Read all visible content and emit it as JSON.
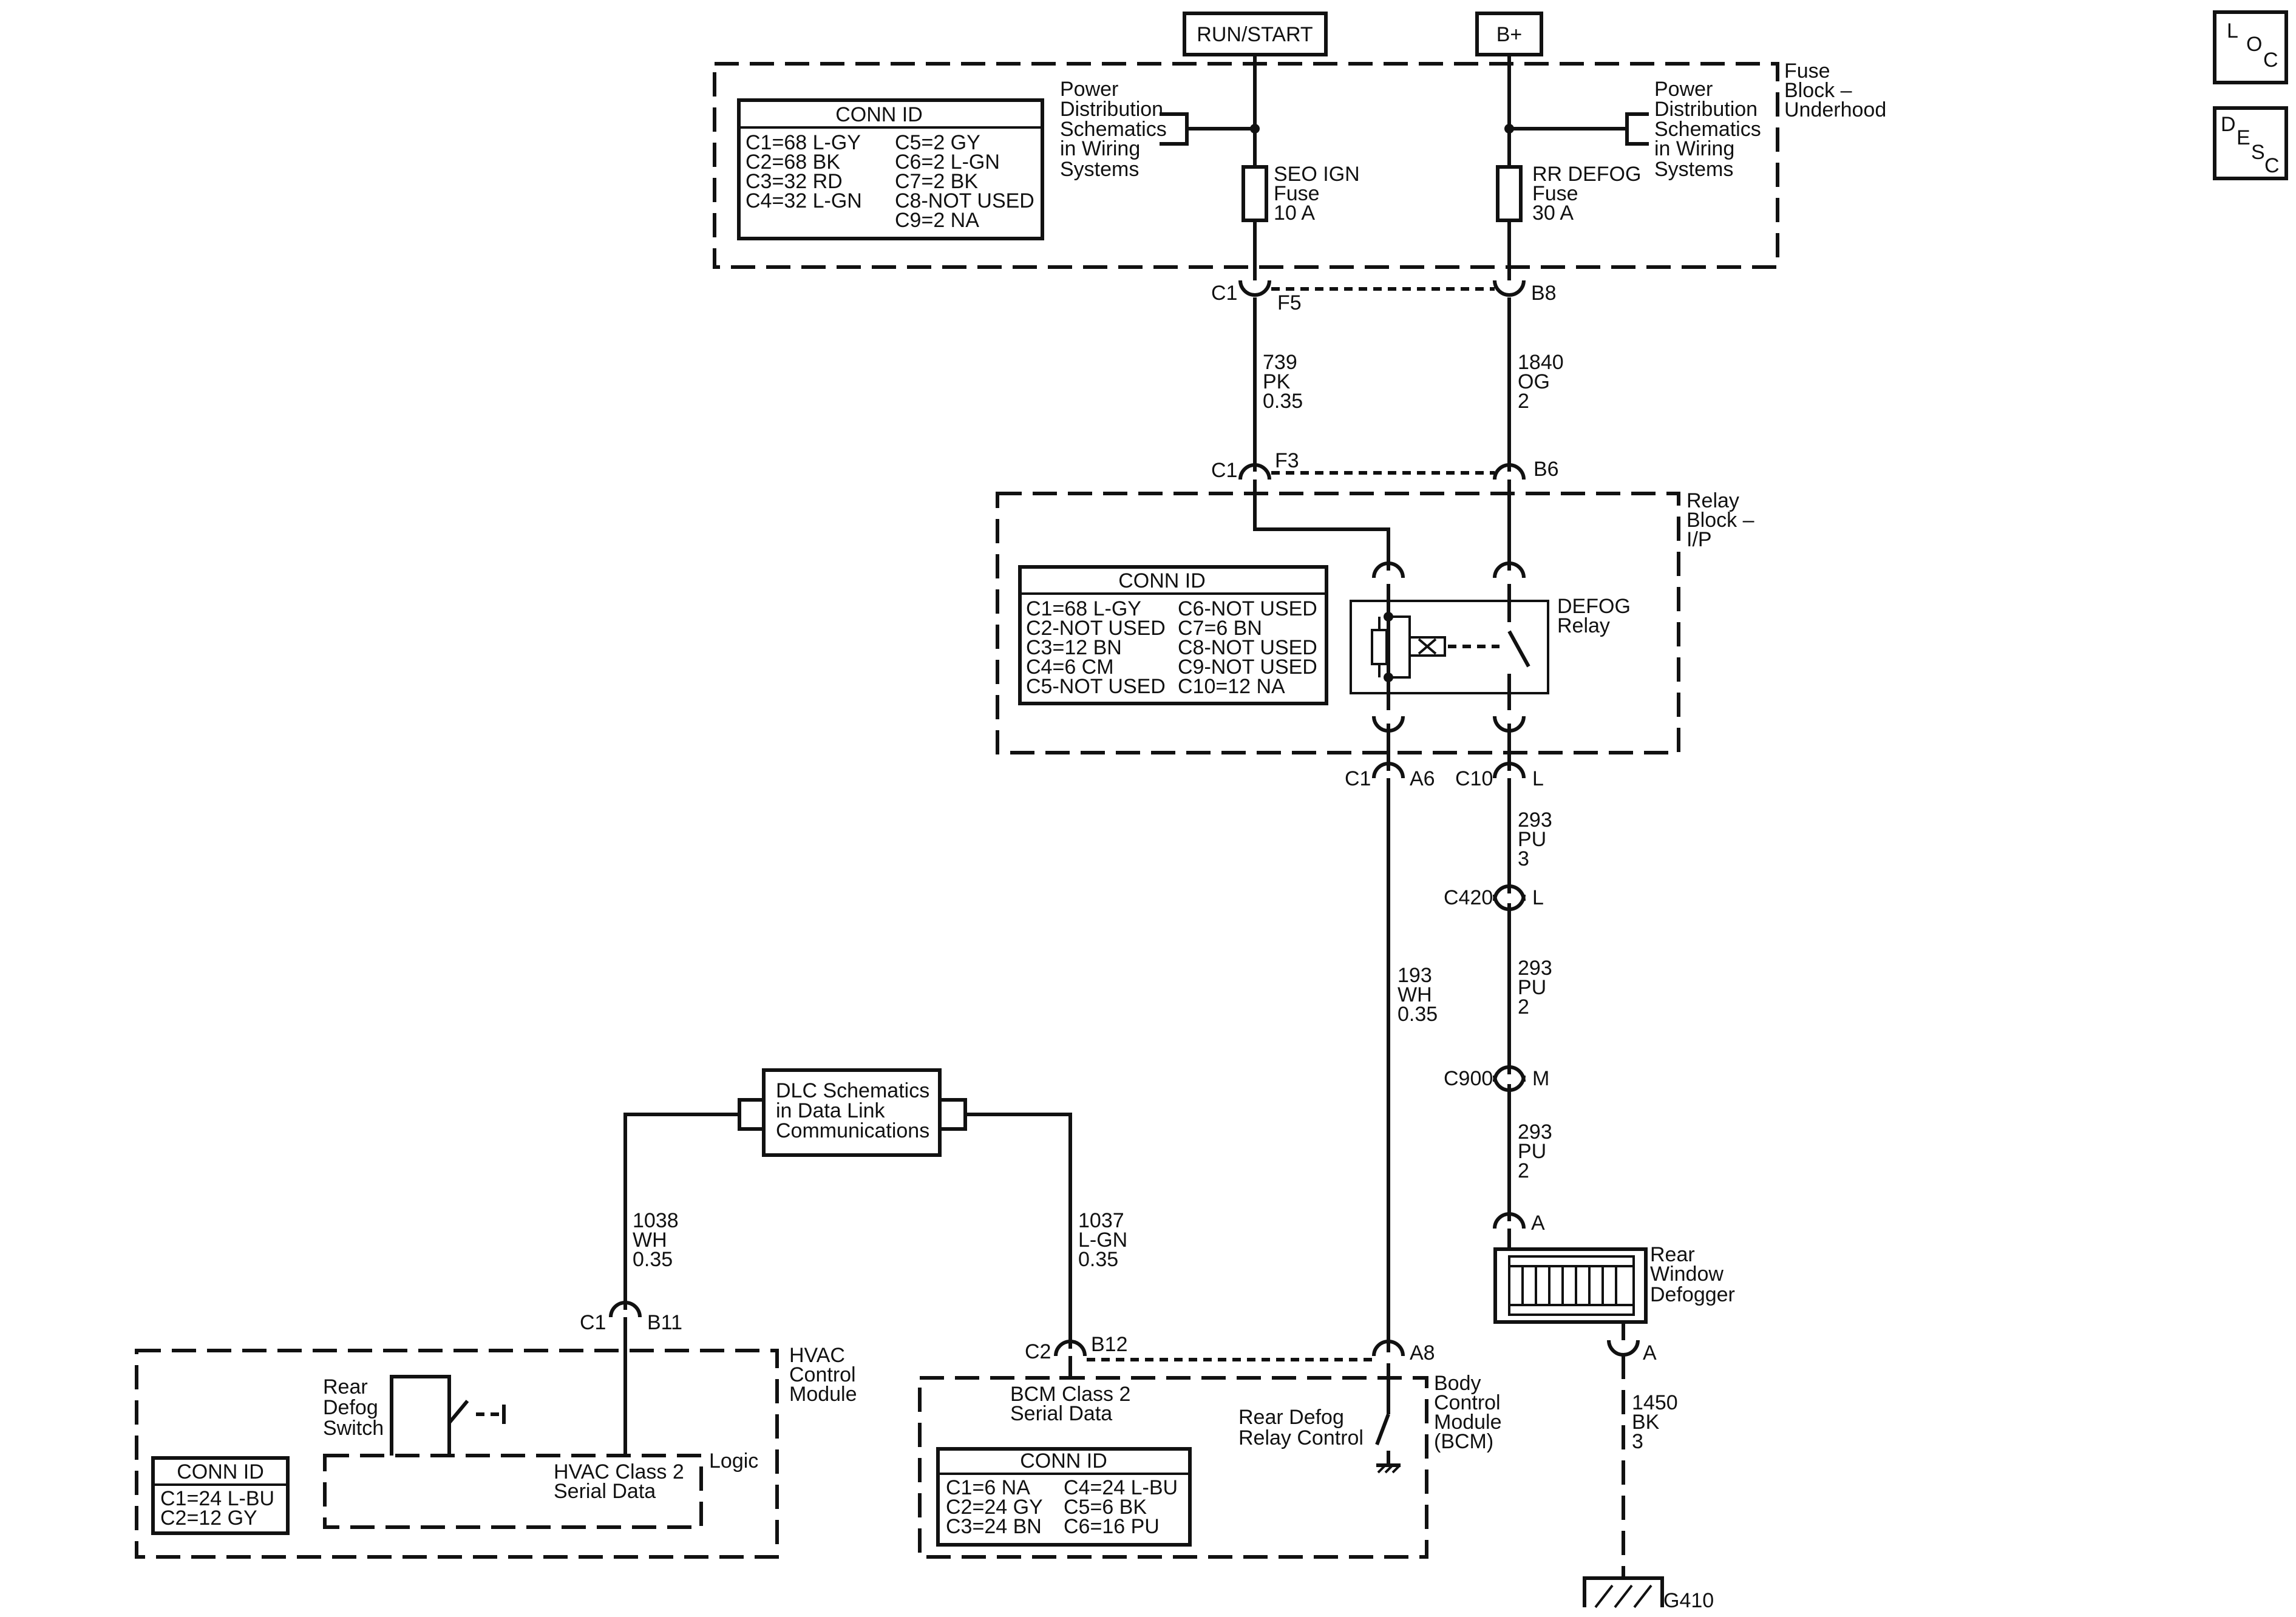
{
  "power": {
    "run_start": "RUN/START",
    "bplus": "B+"
  },
  "legend": {
    "loc": [
      "L",
      "O",
      "C"
    ],
    "desc": [
      "D",
      "E",
      "S",
      "C"
    ]
  },
  "fuse_block": {
    "title": [
      "Fuse",
      "Block –",
      "Underhood"
    ],
    "ref_left": [
      "Power",
      "Distribution",
      "Schematics",
      "in Wiring",
      "Systems"
    ],
    "ref_right": [
      "Power",
      "Distribution",
      "Schematics",
      "in Wiring",
      "Systems"
    ],
    "fuse1": [
      "SEO IGN",
      "Fuse",
      "10 A"
    ],
    "fuse2": [
      "RR DEFOG",
      "Fuse",
      "30 A"
    ],
    "conn_title": "CONN ID",
    "conn_left": [
      "C1=68 L-GY",
      "C2=68 BK",
      "C3=32 RD",
      "C4=32 L-GN"
    ],
    "conn_right": [
      "C5=2 GY",
      "C6=2 L-GN",
      "C7=2 BK",
      "C8-NOT USED",
      "C9=2 NA"
    ]
  },
  "connectors": {
    "c1_top": "C1",
    "f5": "F5",
    "b8": "B8",
    "c1_mid": "C1",
    "f3": "F3",
    "b6": "B6",
    "c1_relay": "C1",
    "a6": "A6",
    "c10": "C10",
    "l1": "L",
    "c420": "C420",
    "l2": "L",
    "c900": "C900",
    "m": "M",
    "a_top": "A",
    "a_bot": "A",
    "c1_hvac": "C1",
    "b11": "B11",
    "c2_bcm": "C2",
    "b12": "B12",
    "a8": "A8",
    "g410": "G410"
  },
  "wires": {
    "w739": [
      "739",
      "PK",
      "0.35"
    ],
    "w1840": [
      "1840",
      "OG",
      "2"
    ],
    "w193": [
      "193",
      "WH",
      "0.35"
    ],
    "w293a": [
      "293",
      "PU",
      "3"
    ],
    "w293b": [
      "293",
      "PU",
      "2"
    ],
    "w293c": [
      "293",
      "PU",
      "2"
    ],
    "w1038": [
      "1038",
      "WH",
      "0.35"
    ],
    "w1037": [
      "1037",
      "L-GN",
      "0.35"
    ],
    "w1450": [
      "1450",
      "BK",
      "3"
    ]
  },
  "relay_block": {
    "title": [
      "Relay",
      "Block –",
      "I/P"
    ],
    "relay_label": [
      "DEFOG",
      "Relay"
    ],
    "conn_title": "CONN ID",
    "conn_left": [
      "C1=68 L-GY",
      "C2-NOT USED",
      "C3=12 BN",
      "C4=6 CM",
      "C5-NOT USED"
    ],
    "conn_right": [
      "C6-NOT USED",
      "C7=6 BN",
      "C8-NOT USED",
      "C9-NOT USED",
      "C10=12 NA"
    ]
  },
  "dlc": [
    "DLC Schematics",
    "in Data Link",
    "Communications"
  ],
  "defogger": [
    "Rear",
    "Window",
    "Defogger"
  ],
  "hvac": {
    "title": [
      "HVAC",
      "Control",
      "Module"
    ],
    "switch_label": [
      "Rear",
      "Defog",
      "Switch"
    ],
    "logic": "Logic",
    "serial": [
      "HVAC Class 2",
      "Serial Data"
    ],
    "conn_title": "CONN ID",
    "conn": [
      "C1=24 L-BU",
      "C2=12 GY"
    ]
  },
  "bcm": {
    "title": [
      "Body",
      "Control",
      "Module",
      "(BCM)"
    ],
    "serial": [
      "BCM Class 2",
      "Serial Data"
    ],
    "relay_control": [
      "Rear Defog",
      "Relay Control"
    ],
    "conn_title": "CONN ID",
    "conn_left": [
      "C1=6 NA",
      "C2=24 GY",
      "C3=24 BN"
    ],
    "conn_right": [
      "C4=24 L-BU",
      "C5=6 BK",
      "C6=16 PU"
    ]
  }
}
